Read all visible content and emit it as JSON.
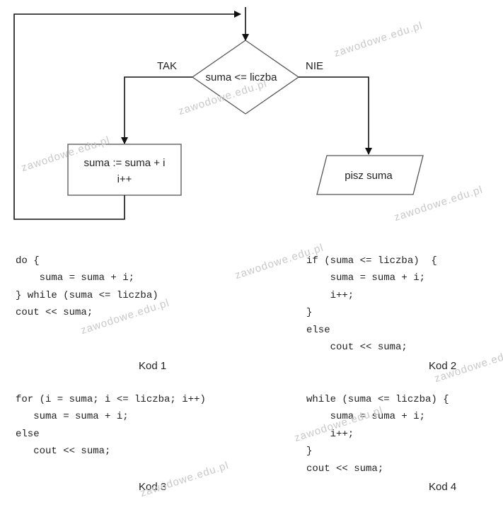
{
  "flowchart": {
    "decision": "suma <= liczba",
    "yes_label": "TAK",
    "no_label": "NIE",
    "process_line1": "suma := suma + i",
    "process_line2": "i++",
    "output": "pisz suma"
  },
  "codes": [
    {
      "caption": "Kod 1",
      "lines": [
        "do {",
        "    suma = suma + i;",
        "} while (suma <= liczba)",
        "cout << suma;"
      ]
    },
    {
      "caption": "Kod 2",
      "lines": [
        "if (suma <= liczba)  {",
        "    suma = suma + i;",
        "    i++;",
        "}",
        "else",
        "    cout << suma;"
      ]
    },
    {
      "caption": "Kod 3",
      "lines": [
        "for (i = suma; i <= liczba; i++)",
        "   suma = suma + i;",
        "else",
        "   cout << suma;"
      ]
    },
    {
      "caption": "Kod 4",
      "lines": [
        "while (suma <= liczba) {",
        "    suma = suma + i;",
        "    i++;",
        "}",
        "cout << suma;"
      ]
    }
  ],
  "watermark": "zawodowe.edu.pl"
}
